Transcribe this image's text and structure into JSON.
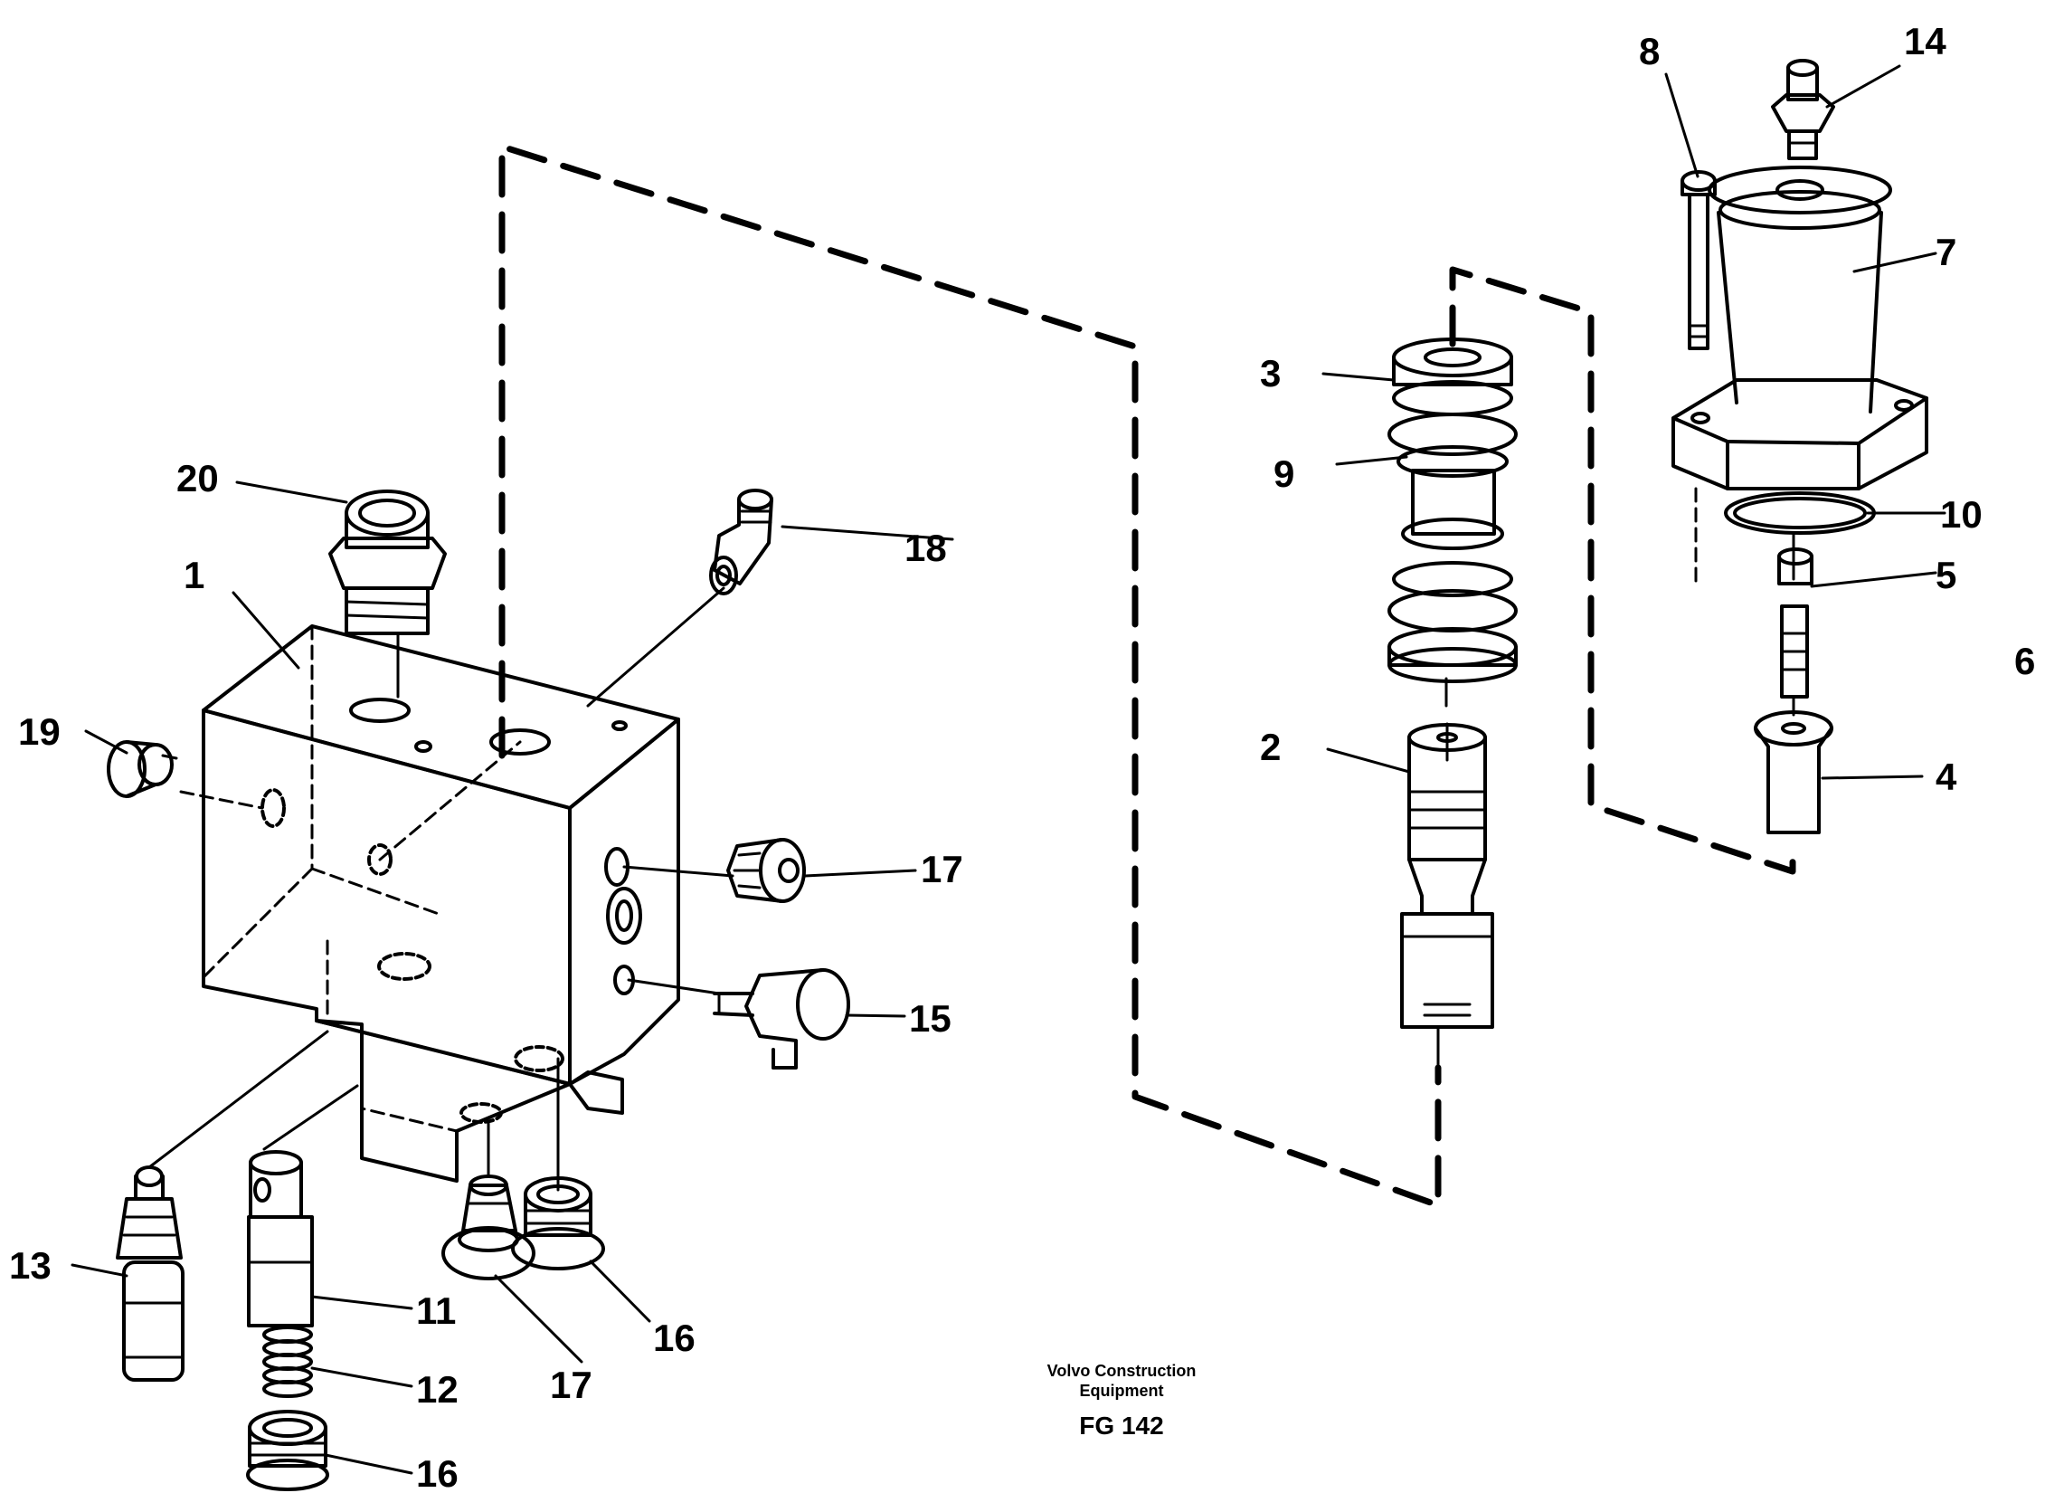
{
  "diagram": {
    "callouts": {
      "n1": "1",
      "n2": "2",
      "n3": "3",
      "n4": "4",
      "n5": "5",
      "n6": "6",
      "n7": "7",
      "n8": "8",
      "n9": "9",
      "n10": "10",
      "n11": "11",
      "n12": "12",
      "n13": "13",
      "n14": "14",
      "n15": "15",
      "n16a": "16",
      "n16b": "16",
      "n17a": "17",
      "n17b": "17",
      "n18": "18",
      "n19": "19",
      "n20": "20"
    },
    "footer": {
      "brand_line1": "Volvo Construction",
      "brand_line2": "Equipment",
      "figure_code": "FG 142"
    }
  }
}
